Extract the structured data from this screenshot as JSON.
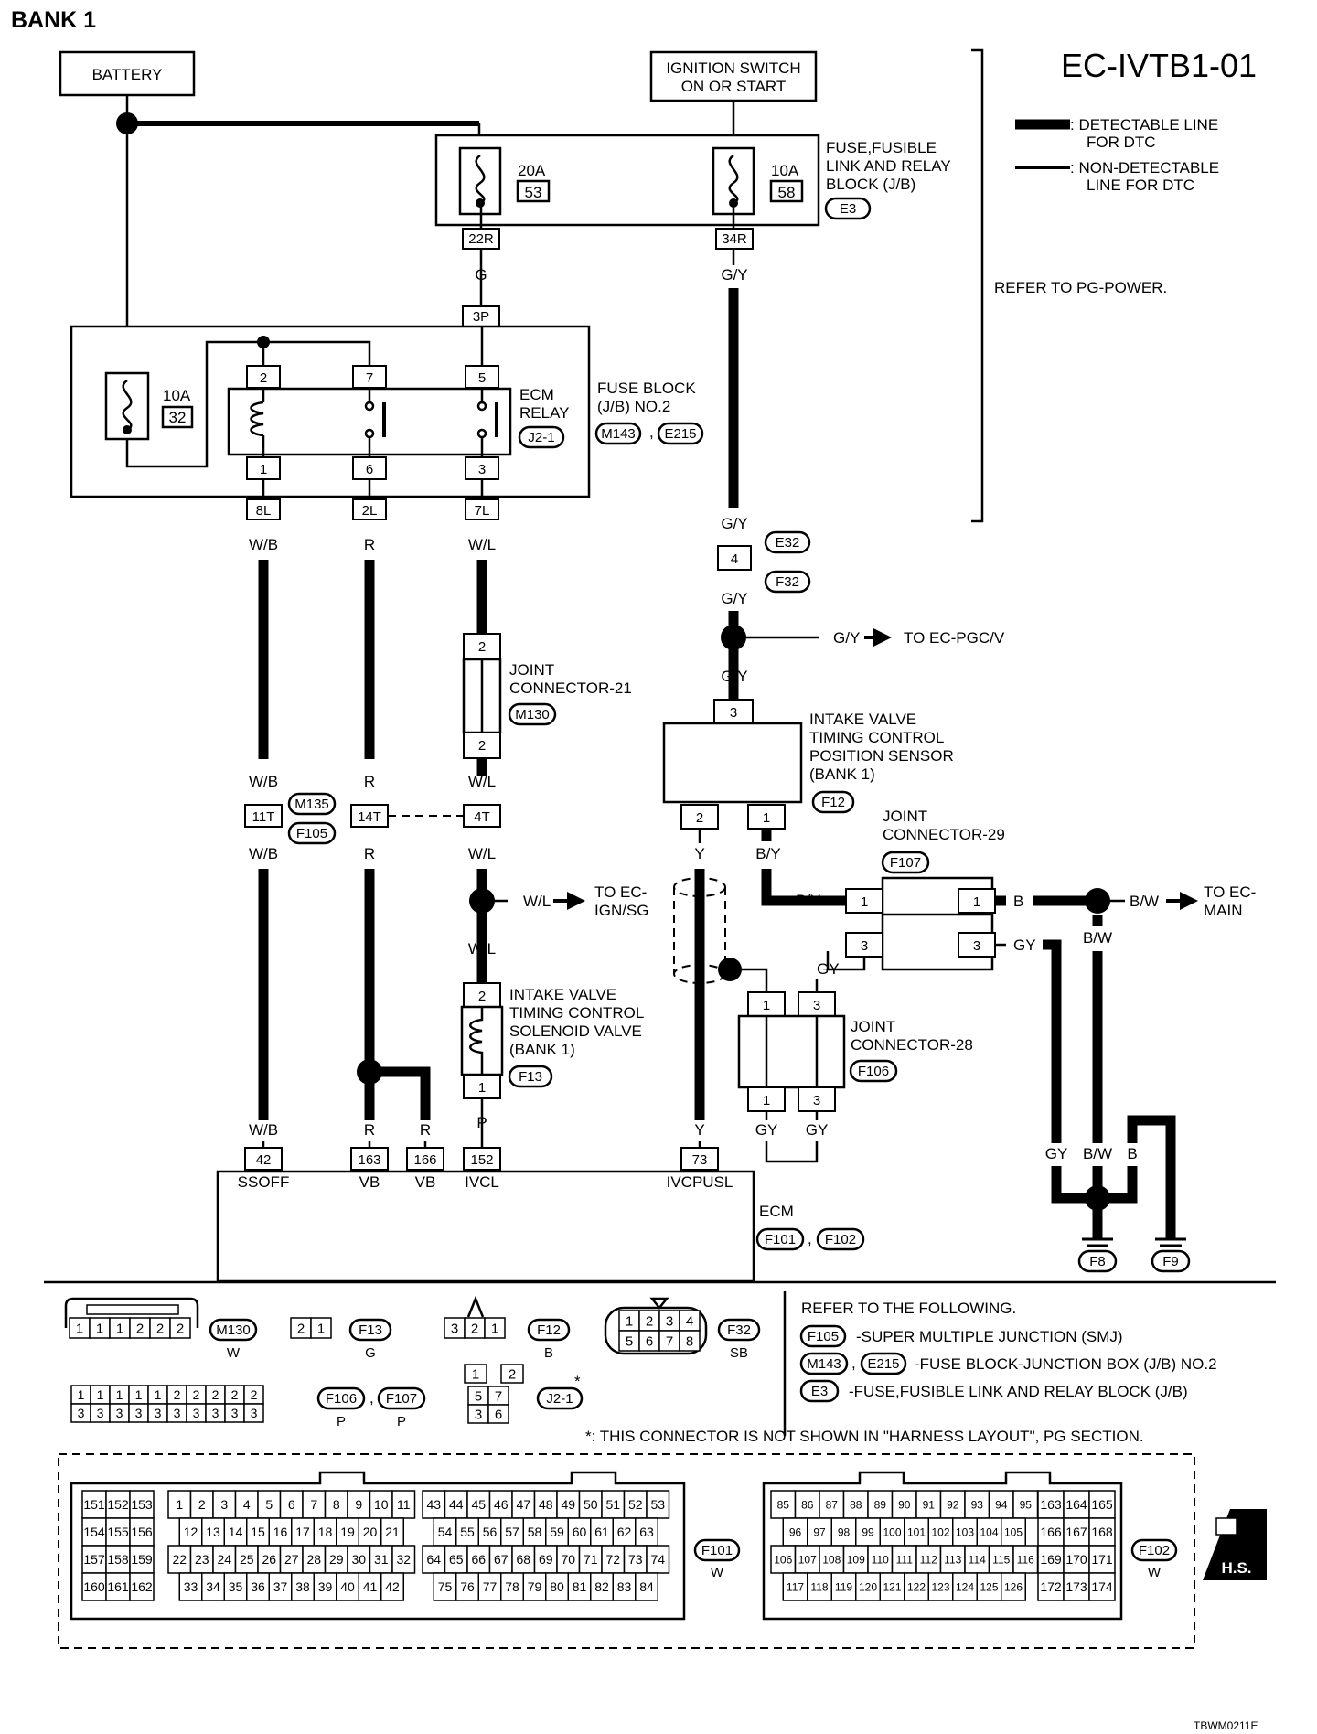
{
  "header": {
    "title": "BANK 1",
    "code": "EC-IVTB1-01",
    "footer_code": "TBWM0211E"
  },
  "legend": {
    "detectable_line": ": DETECTABLE LINE",
    "detectable_line_2": "FOR DTC",
    "non_detectable_line": ": NON-DETECTABLE",
    "non_detectable_line_2": "LINE FOR DTC"
  },
  "refer_pg_power": "REFER TO PG-POWER.",
  "components": {
    "battery": "BATTERY",
    "ignition_1": "IGNITION SWITCH",
    "ignition_2": "ON OR START",
    "fuse_block_1": "FUSE,FUSIBLE",
    "fuse_block_2": "LINK AND RELAY",
    "fuse_block_3": "BLOCK (J/B)",
    "fuse_block_conn": "E3",
    "fuse_20a": "20A",
    "fuse_20a_num": "53",
    "fuse_10a": "10A",
    "fuse_10a_num": "58",
    "jb2_1": "FUSE BLOCK",
    "jb2_2": "(J/B) NO.2",
    "jb2_conn_a": "M143",
    "jb2_conn_b": "E215",
    "jb2_fuse": "10A",
    "jb2_fuse_num": "32",
    "ecm_relay_1": "ECM",
    "ecm_relay_2": "RELAY",
    "ecm_relay_conn": "J2-1",
    "jc21_1": "JOINT",
    "jc21_2": "CONNECTOR-21",
    "jc21_conn": "M130",
    "sensor_1": "INTAKE VALVE",
    "sensor_2": "TIMING CONTROL",
    "sensor_3": "POSITION SENSOR",
    "sensor_4": "(BANK 1)",
    "sensor_conn": "F12",
    "jc29_1": "JOINT",
    "jc29_2": "CONNECTOR-29",
    "jc29_conn": "F107",
    "solenoid_1": "INTAKE VALVE",
    "solenoid_2": "TIMING CONTROL",
    "solenoid_3": "SOLENOID VALVE",
    "solenoid_4": "(BANK 1)",
    "solenoid_conn": "F13",
    "jc28_1": "JOINT",
    "jc28_2": "CONNECTOR-28",
    "jc28_conn": "F106",
    "ecm": "ECM",
    "ecm_conn_a": "F101",
    "ecm_conn_b": "F102"
  },
  "pins": {
    "p22r": "22R",
    "p34r": "34R",
    "p3p": "3P",
    "r2": "2",
    "r7": "7",
    "r5": "5",
    "r1": "1",
    "r6": "6",
    "r3": "3",
    "p8l": "8L",
    "p2l": "2L",
    "p7l": "7L",
    "e32_pin": "4",
    "e32": "E32",
    "f32": "F32",
    "jc21_top": "2",
    "jc21_bot": "2",
    "sensor_top": "3",
    "sensor_p2": "2",
    "sensor_p1": "1",
    "p11t": "11T",
    "p14t": "14T",
    "p4t": "4T",
    "m135": "M135",
    "f105": "F105",
    "jc29_l1": "1",
    "jc29_r1": "1",
    "jc29_l3": "3",
    "jc29_r3": "3",
    "sol_top": "2",
    "sol_bot": "1",
    "jc28_t1": "1",
    "jc28_t3": "3",
    "jc28_b1": "1",
    "jc28_b3": "3",
    "ecm42": "42",
    "ecm163": "163",
    "ecm166": "166",
    "ecm152": "152",
    "ecm73": "73",
    "ssoff": "SSOFF",
    "vb1": "VB",
    "vb2": "VB",
    "ivcl": "IVCL",
    "ivcpusl": "IVCPUSL",
    "f8": "F8",
    "f9": "F9"
  },
  "wires": {
    "g": "G",
    "gy1": "G/Y",
    "gy2": "G/Y",
    "gy3": "G/Y",
    "gy4": "G/Y",
    "gy_ref": "G/Y",
    "to_pgcv": "TO EC-PGC/V",
    "wb1": "W/B",
    "r1": "R",
    "wl1": "W/L",
    "wb2": "W/B",
    "r2": "R",
    "wl2": "W/L",
    "wb3": "W/B",
    "r3": "R",
    "wl3": "W/L",
    "wl_ref": "W/L",
    "to_ign_1": "TO EC-",
    "to_ign_2": "IGN/SG",
    "wl4": "W/L",
    "y1": "Y",
    "by1": "B/Y",
    "by2": "B/Y",
    "b1": "B",
    "bw_ref": "B/W",
    "to_main_1": "TO EC-",
    "to_main_2": "MAIN",
    "bw2": "B/W",
    "gy_a": "GY",
    "gy_b": "GY",
    "wb4": "W/B",
    "r4": "R",
    "r5": "R",
    "p": "P",
    "y2": "Y",
    "gy_c": "GY",
    "gy_d": "GY",
    "gy_e": "GY",
    "bw3": "B/W",
    "b2": "B",
    "b3": "B"
  },
  "connector_legend": {
    "m130_pins": [
      "1",
      "1",
      "1",
      "2",
      "2",
      "2"
    ],
    "m130": "M130",
    "m130_color": "W",
    "f13_pins": [
      "2",
      "1"
    ],
    "f13": "F13",
    "f13_color": "G",
    "f12_pins": [
      "3",
      "2",
      "1"
    ],
    "f12": "F12",
    "f12_color": "B",
    "f32_top": [
      "1",
      "2",
      "3",
      "4"
    ],
    "f32_bot": [
      "5",
      "6",
      "7",
      "8"
    ],
    "f32": "F32",
    "f32_color": "SB",
    "f106_top": [
      "1",
      "1",
      "1",
      "1",
      "1",
      "2",
      "2",
      "2",
      "2",
      "2"
    ],
    "f106_bot": [
      "3",
      "3",
      "3",
      "3",
      "3",
      "3",
      "3",
      "3",
      "3",
      "3"
    ],
    "f106": "F106",
    "f106_color": "P",
    "f107": "F107",
    "f107_color": "P",
    "j2_pins": [
      "1",
      "2",
      "5",
      "7",
      "3",
      "6"
    ],
    "j2": "J2-1",
    "j2_star": "*",
    "note": "*: THIS CONNECTOR IS NOT SHOWN IN \"HARNESS LAYOUT\", PG SECTION.",
    "refer_title": "REFER TO THE FOLLOWING.",
    "refer_1_conn": "F105",
    "refer_1": "-SUPER MULTIPLE JUNCTION (SMJ)",
    "refer_2_conn_a": "M143",
    "refer_2_conn_b": "E215",
    "refer_2": "-FUSE BLOCK-JUNCTION BOX (J/B) NO.2",
    "refer_3_conn": "E3",
    "refer_3": "-FUSE,FUSIBLE LINK AND RELAY BLOCK (J/B)"
  },
  "ecm_connectors": {
    "f101": "F101",
    "f101_color": "W",
    "f102": "F102",
    "f102_color": "W",
    "hs": "H.S.",
    "f101_left": [
      [
        "151",
        "152",
        "153"
      ],
      [
        "154",
        "155",
        "156"
      ],
      [
        "157",
        "158",
        "159"
      ],
      [
        "160",
        "161",
        "162"
      ]
    ],
    "f101_mid": [
      [
        "1",
        "2",
        "3",
        "4",
        "5",
        "6",
        "7",
        "8",
        "9",
        "10",
        "11"
      ],
      [
        "12",
        "13",
        "14",
        "15",
        "16",
        "17",
        "18",
        "19",
        "20",
        "21"
      ],
      [
        "22",
        "23",
        "24",
        "25",
        "26",
        "27",
        "28",
        "29",
        "30",
        "31",
        "32"
      ],
      [
        "33",
        "34",
        "35",
        "36",
        "37",
        "38",
        "39",
        "40",
        "41",
        "42"
      ]
    ],
    "f101_right": [
      [
        "43",
        "44",
        "45",
        "46",
        "47",
        "48",
        "49",
        "50",
        "51",
        "52",
        "53"
      ],
      [
        "54",
        "55",
        "56",
        "57",
        "58",
        "59",
        "60",
        "61",
        "62",
        "63"
      ],
      [
        "64",
        "65",
        "66",
        "67",
        "68",
        "69",
        "70",
        "71",
        "72",
        "73",
        "74"
      ],
      [
        "75",
        "76",
        "77",
        "78",
        "79",
        "80",
        "81",
        "82",
        "83",
        "84"
      ]
    ],
    "f102_left": [
      [
        "85",
        "86",
        "87",
        "88",
        "89",
        "90",
        "91",
        "92",
        "93",
        "94",
        "95"
      ],
      [
        "96",
        "97",
        "98",
        "99",
        "100",
        "101",
        "102",
        "103",
        "104",
        "105"
      ],
      [
        "106",
        "107",
        "108",
        "109",
        "110",
        "111",
        "112",
        "113",
        "114",
        "115",
        "116"
      ],
      [
        "117",
        "118",
        "119",
        "120",
        "121",
        "122",
        "123",
        "124",
        "125",
        "126"
      ]
    ],
    "f102_right": [
      [
        "163",
        "164",
        "165"
      ],
      [
        "166",
        "167",
        "168"
      ],
      [
        "169",
        "170",
        "171"
      ],
      [
        "172",
        "173",
        "174"
      ]
    ]
  }
}
